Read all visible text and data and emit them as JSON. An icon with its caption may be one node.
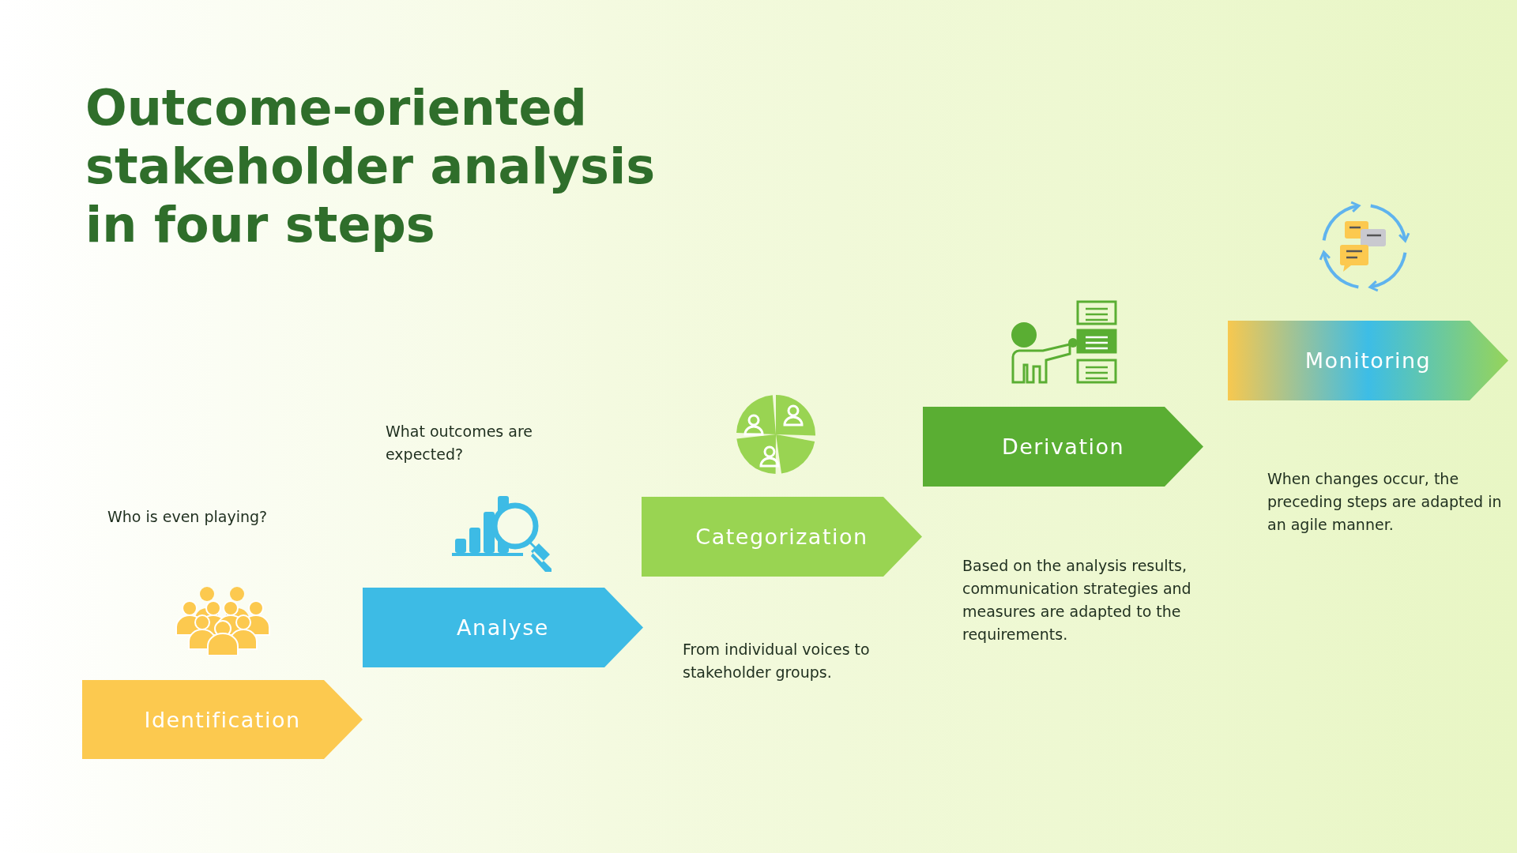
{
  "diagram": {
    "title": "Outcome-oriented stakeholder analysis in four steps",
    "nodes": [
      {
        "text": [
          "Identification"
        ]
      },
      {
        "text": [
          "Analyse"
        ]
      },
      {
        "text": [
          "Categorization"
        ]
      },
      {
        "text": [
          "Derivation"
        ]
      },
      {
        "text": [
          "Monitoring"
        ]
      }
    ],
    "edges": [],
    "labels": [
      "What outcomes are expected?",
      "Who is even playing?",
      "When changes occur, the preceding steps are adapted in an agile manner.",
      "Based on the analysis results, communication strategies and measures are adapted to the requirements.",
      "From individual voices to stakeholder groups."
    ]
  }
}
